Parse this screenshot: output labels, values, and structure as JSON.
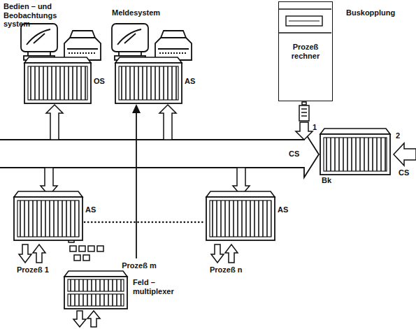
{
  "diagram": {
    "nodes": [
      {
        "text": [
          "OS"
        ]
      },
      {
        "text": [
          "AS"
        ]
      },
      {
        "text": [
          "Prozeß rechner"
        ]
      },
      {
        "text": [
          "Bk"
        ]
      },
      {
        "text": [
          "AS"
        ]
      },
      {
        "text": [
          "AS"
        ]
      },
      {
        "text": [
          "Feld – multiplexer"
        ]
      }
    ],
    "edges": [
      {
        "from": 4,
        "to": 5,
        "arrow": "none"
      }
    ],
    "labels": [
      "Bedien – und Beobachtungs system",
      "Meldesystem",
      "Buskopplung",
      "1",
      "CS",
      "2",
      "CS",
      "Prozeß 1",
      "Prozeß m",
      "Prozeß n"
    ]
  }
}
